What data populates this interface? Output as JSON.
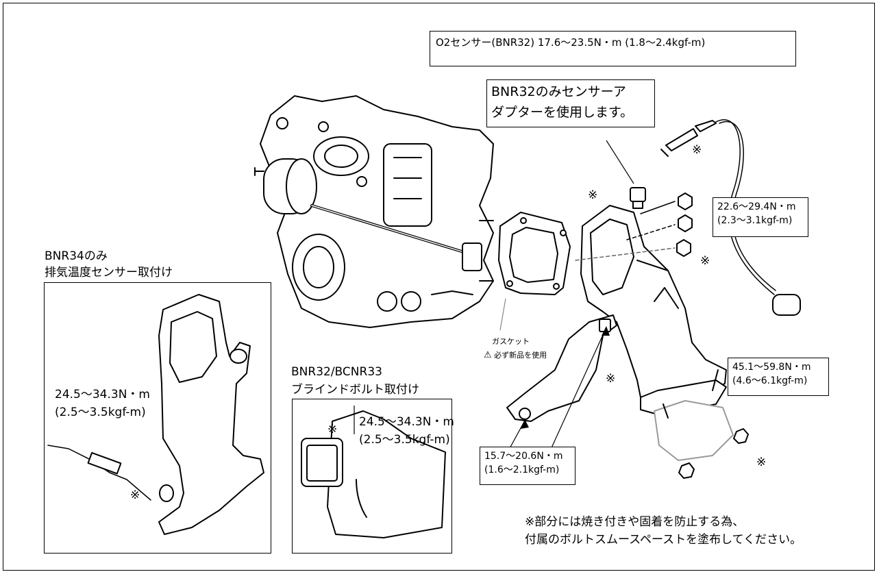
{
  "o2_sensor_spec": "O2センサー(BNR32) 17.6～23.5N・m (1.8～2.4kgf-m)",
  "adapter_note": [
    "BNR32のみセンサーア",
    "ダプターを使用します。"
  ],
  "torque_nuts": [
    "22.6～29.4N・m",
    "(2.3～3.1kgf-m)"
  ],
  "torque_flange": [
    "45.1～59.8N・m",
    "(4.6～6.1kgf-m)"
  ],
  "torque_bracket": [
    "15.7～20.6N・m",
    "(1.6～2.1kgf-m)"
  ],
  "gasket_label": "ガスケット",
  "gasket_warning": "必ず新品を使用",
  "warning_icon": "⚠",
  "bnr34_title": [
    "BNR34のみ",
    "排気温度センサー取付け"
  ],
  "bnr34_torque": [
    "24.5～34.3N・m",
    "(2.5～3.5kgf-m)"
  ],
  "bnr32_title": [
    "BNR32/BCNR33",
    "ブラインドボルト取付け"
  ],
  "bnr32_torque": [
    "24.5～34.3N・m",
    "(2.5～3.5kgf-m)"
  ],
  "mark": "※",
  "footnote": [
    "※部分には焼き付きや固着を防止する為、",
    "付属のボルトスムースペーストを塗布してください。"
  ]
}
